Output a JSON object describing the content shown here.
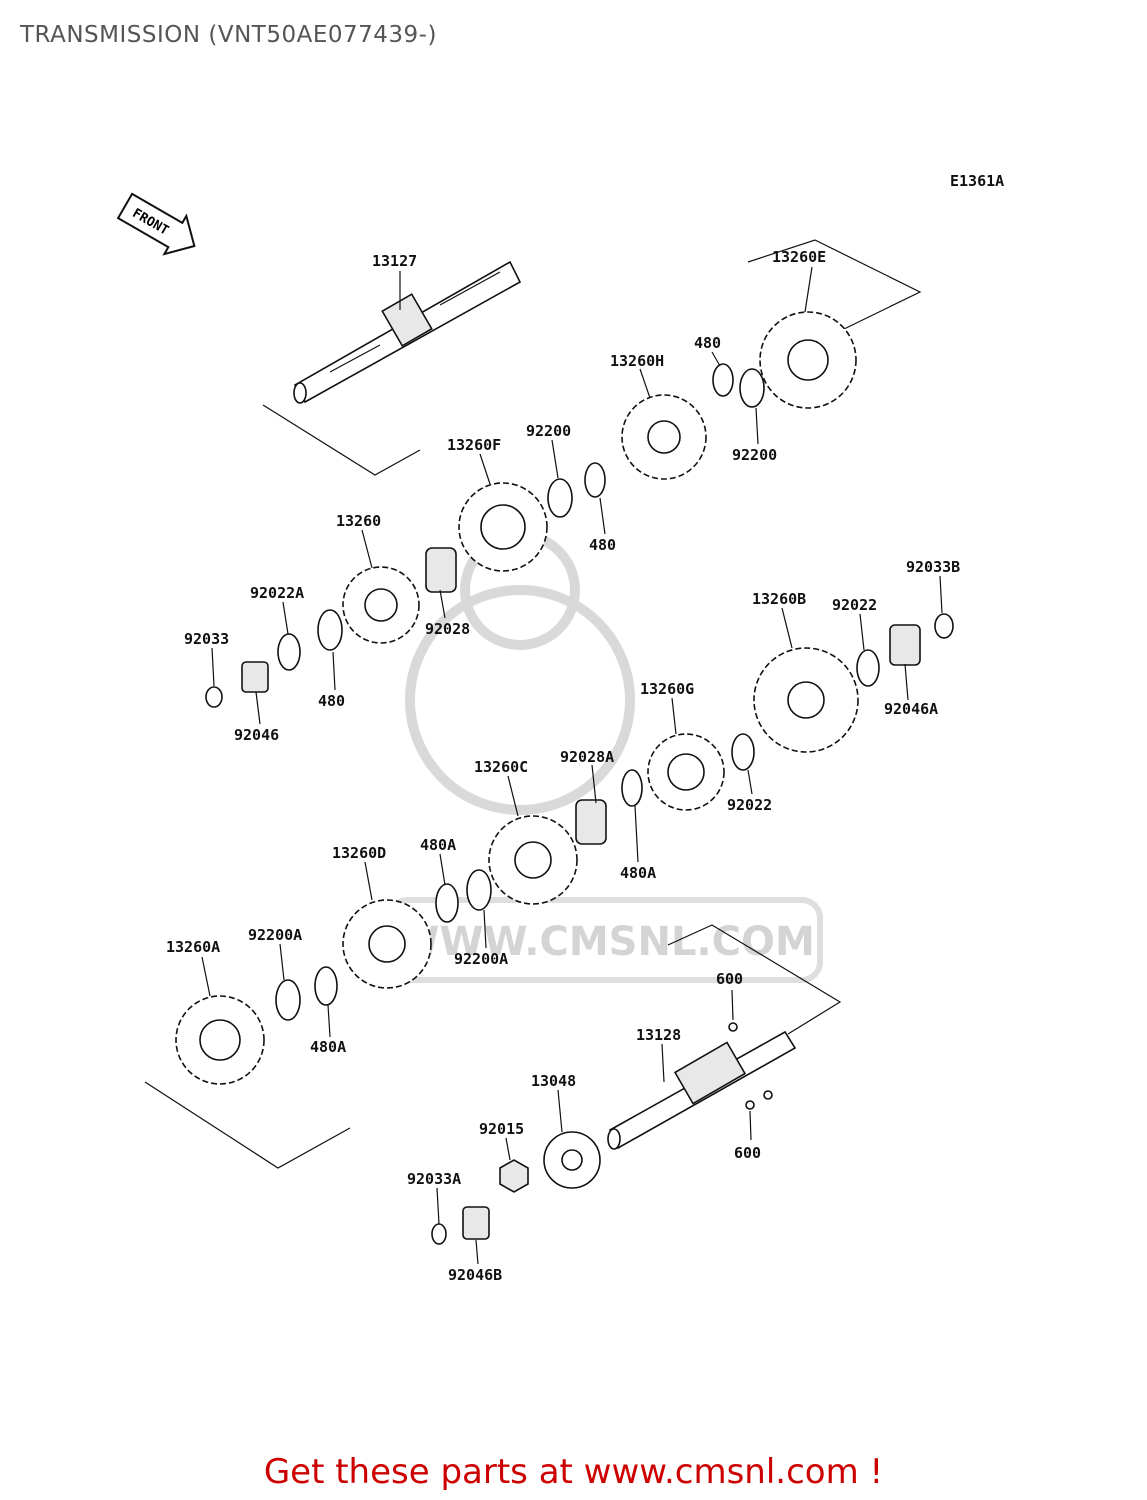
{
  "title": "TRANSMISSION (VNT50AE077439-)",
  "figure_code": "E1361A",
  "front_label": "FRONT",
  "watermark": "WWW.CMSNL.COM",
  "cta": {
    "text": "Get these parts at www.cmsnl.com !",
    "color": "#cc0000"
  },
  "parts": [
    {
      "label": "13127"
    },
    {
      "label": "13260E"
    },
    {
      "label": "480"
    },
    {
      "label": "13260H"
    },
    {
      "label": "92200"
    },
    {
      "label": "92200"
    },
    {
      "label": "13260F"
    },
    {
      "label": "480"
    },
    {
      "label": "13260"
    },
    {
      "label": "92028"
    },
    {
      "label": "92022A"
    },
    {
      "label": "92033"
    },
    {
      "label": "480"
    },
    {
      "label": "92046"
    },
    {
      "label": "92033B"
    },
    {
      "label": "13260B"
    },
    {
      "label": "92022"
    },
    {
      "label": "92046A"
    },
    {
      "label": "13260G"
    },
    {
      "label": "92028A"
    },
    {
      "label": "13260C"
    },
    {
      "label": "92022"
    },
    {
      "label": "480A"
    },
    {
      "label": "13260D"
    },
    {
      "label": "480A"
    },
    {
      "label": "92200A"
    },
    {
      "label": "13260A"
    },
    {
      "label": "92200A"
    },
    {
      "label": "480A"
    },
    {
      "label": "600"
    },
    {
      "label": "13128"
    },
    {
      "label": "13048"
    },
    {
      "label": "92015"
    },
    {
      "label": "600"
    },
    {
      "label": "92033A"
    },
    {
      "label": "92046B"
    }
  ]
}
